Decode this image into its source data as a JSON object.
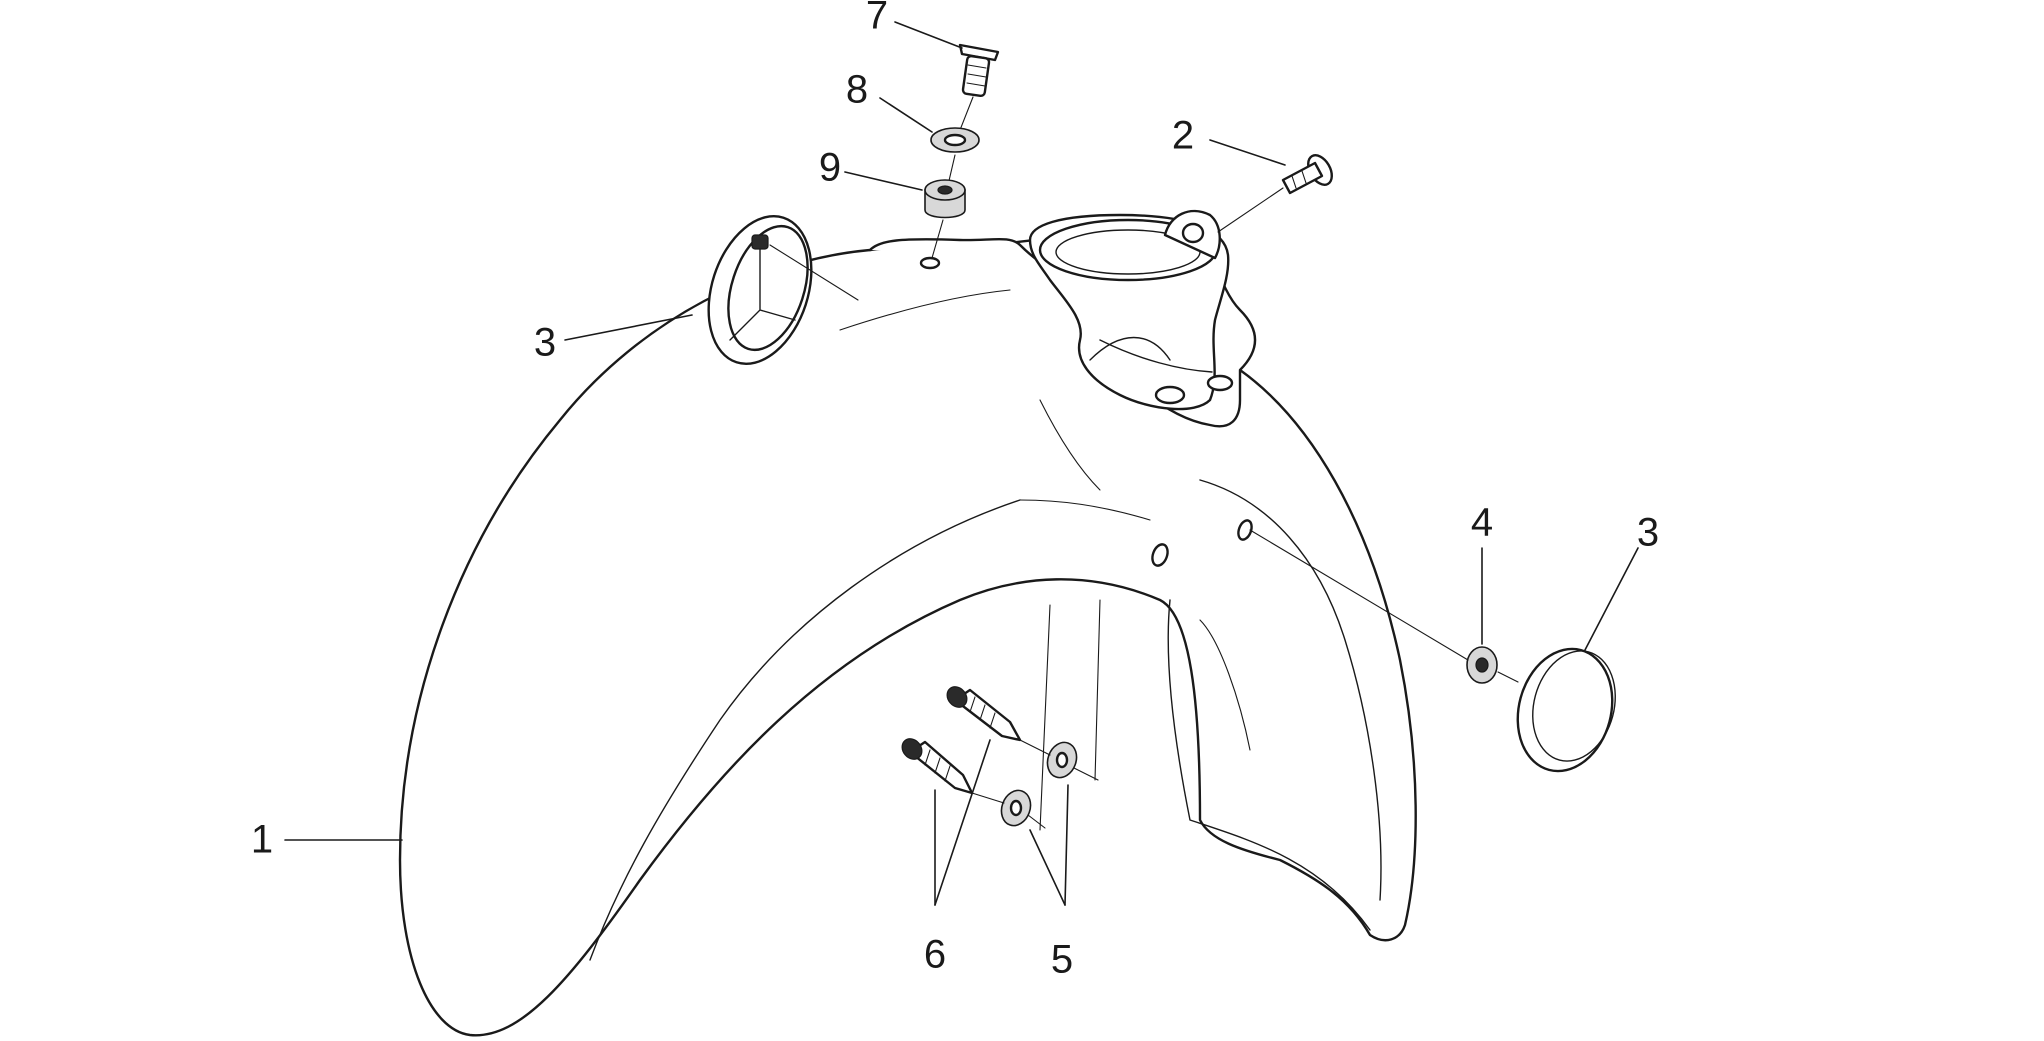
{
  "callouts": [
    {
      "id": "1",
      "label": "1"
    },
    {
      "id": "2",
      "label": "2"
    },
    {
      "id": "3a",
      "label": "3"
    },
    {
      "id": "3b",
      "label": "3"
    },
    {
      "id": "4",
      "label": "4"
    },
    {
      "id": "5",
      "label": "5"
    },
    {
      "id": "6",
      "label": "6"
    },
    {
      "id": "7",
      "label": "7"
    },
    {
      "id": "8",
      "label": "8"
    },
    {
      "id": "9",
      "label": "9"
    }
  ]
}
